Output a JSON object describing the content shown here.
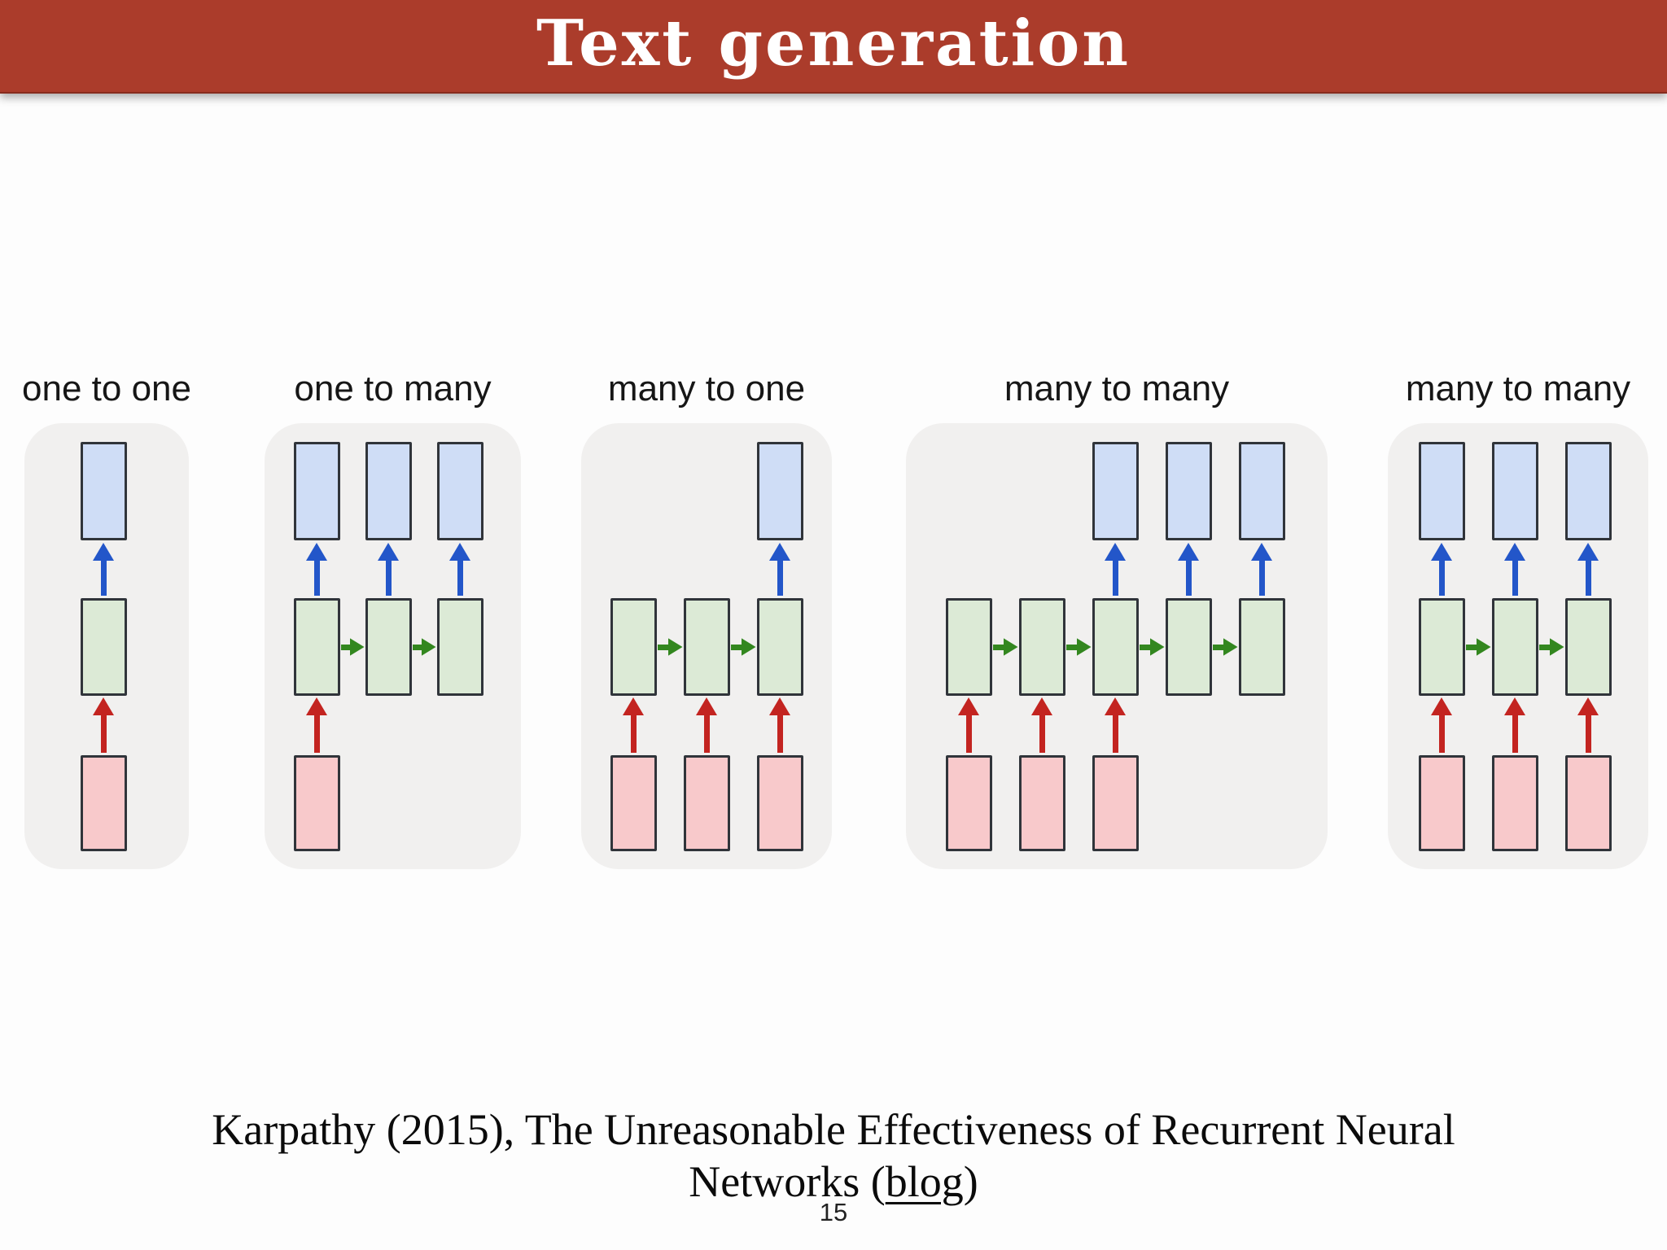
{
  "header": {
    "title": "Text generation"
  },
  "diagram": {
    "panels": [
      {
        "label": "one to one",
        "columns": 1,
        "input_columns": [
          0
        ],
        "output_columns": [
          0
        ]
      },
      {
        "label": "one to many",
        "columns": 3,
        "input_columns": [
          0
        ],
        "output_columns": [
          0,
          1,
          2
        ]
      },
      {
        "label": "many to one",
        "columns": 3,
        "input_columns": [
          0,
          1,
          2
        ],
        "output_columns": [
          2
        ]
      },
      {
        "label": "many to many",
        "columns": 5,
        "input_columns": [
          0,
          1,
          2
        ],
        "output_columns": [
          2,
          3,
          4
        ]
      },
      {
        "label": "many to many",
        "columns": 3,
        "input_columns": [
          0,
          1,
          2
        ],
        "output_columns": [
          0,
          1,
          2
        ]
      }
    ],
    "colors": {
      "header_bg": "#ab3c2b",
      "panel_bg": "#f1f0ef",
      "box_border": "#30343a",
      "input_fill": "#f8c9cb",
      "hidden_fill": "#dcead6",
      "output_fill": "#cfddf6",
      "input_arrow": "#c32420",
      "hidden_arrow": "#33871f",
      "output_arrow": "#2356c9"
    }
  },
  "caption": {
    "line1": "Karpathy (2015), The Unreasonable Effectiveness of Recurrent Neural",
    "line2_before": "Networks (",
    "link_text": "blog",
    "line2_after": ")"
  },
  "footer": {
    "page_number": "15"
  }
}
